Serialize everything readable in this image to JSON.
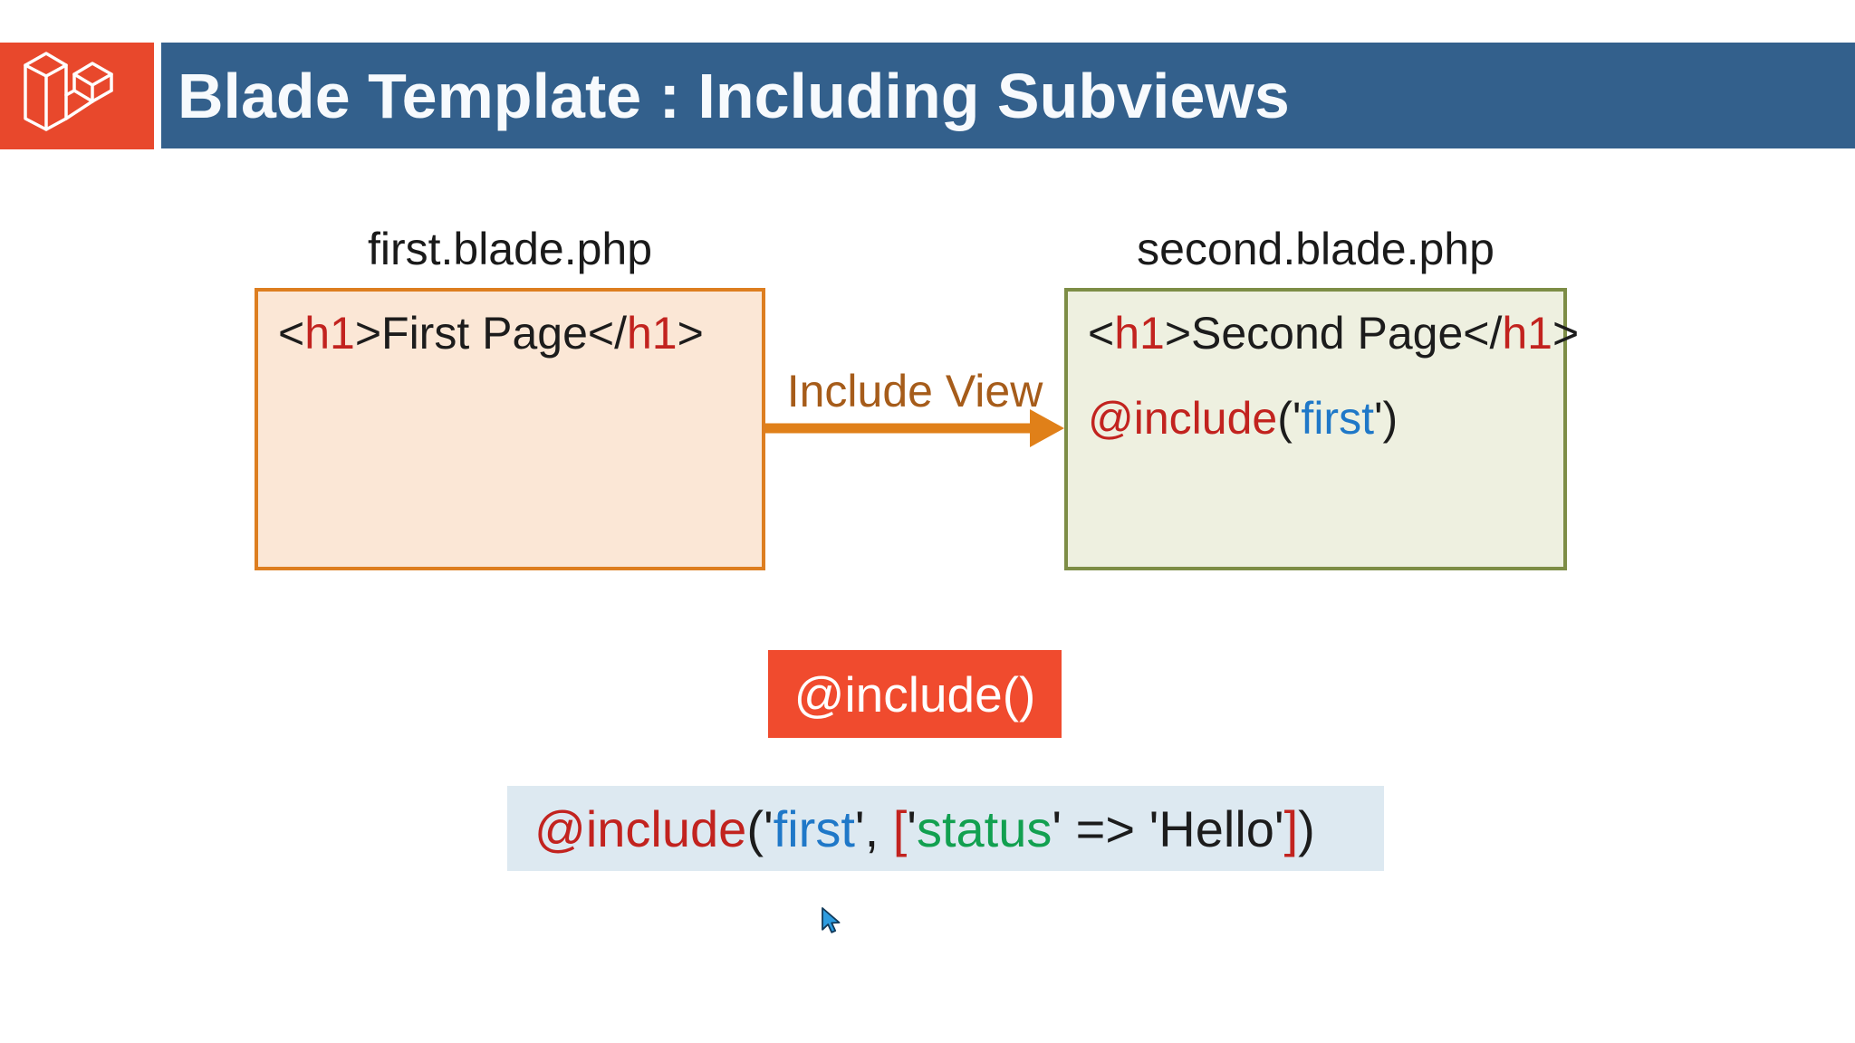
{
  "colors": {
    "header_bar": "#33608c",
    "logo_bg": "#e8482c",
    "label_text": "#1a1a1a",
    "box1_fill": "#fbe7d6",
    "box1_border": "#dd7e20",
    "box2_fill": "#eef0e0",
    "box2_border": "#7d8d46",
    "arrow": "#e08019",
    "arrow_label": "#a65c1a",
    "badge_bg": "#f04b2e",
    "badge_text": "#ffffff",
    "code_bg": "#dde9f1",
    "tok_plain": "#1c1c1c",
    "tok_red": "#c2231f",
    "tok_blue": "#1f78c8",
    "tok_green": "#12a050",
    "cursor_fill": "#2d9ce0"
  },
  "slide": {
    "header": {
      "title": "Blade Template : Including Subviews"
    },
    "logo": {
      "icon": "laravel-logomark"
    },
    "first_box": {
      "title": "first.blade.php",
      "code_tokens": [
        {
          "t": "<",
          "c": "plain"
        },
        {
          "t": "h1",
          "c": "red"
        },
        {
          "t": ">First Page</",
          "c": "plain"
        },
        {
          "t": "h1",
          "c": "red"
        },
        {
          "t": ">",
          "c": "plain"
        }
      ]
    },
    "second_box": {
      "title": "second.blade.php",
      "line1_tokens": [
        {
          "t": "<",
          "c": "plain"
        },
        {
          "t": "h1",
          "c": "red"
        },
        {
          "t": ">Second Page</",
          "c": "plain"
        },
        {
          "t": "h1",
          "c": "red"
        },
        {
          "t": ">",
          "c": "plain"
        }
      ],
      "line2_tokens": [
        {
          "t": "@include",
          "c": "red"
        },
        {
          "t": "(",
          "c": "plain"
        },
        {
          "t": "'",
          "c": "plain"
        },
        {
          "t": "first",
          "c": "blue"
        },
        {
          "t": "'",
          "c": "plain"
        },
        {
          "t": ")",
          "c": "plain"
        }
      ]
    },
    "arrow": {
      "label": "Include View"
    },
    "badge": {
      "label": "@include()"
    },
    "example": {
      "tokens": [
        {
          "t": "@include",
          "c": "red"
        },
        {
          "t": "(",
          "c": "plain"
        },
        {
          "t": "'",
          "c": "plain"
        },
        {
          "t": "first",
          "c": "blue"
        },
        {
          "t": "', ",
          "c": "plain"
        },
        {
          "t": "[",
          "c": "red"
        },
        {
          "t": "'",
          "c": "plain"
        },
        {
          "t": "status",
          "c": "green"
        },
        {
          "t": "'",
          "c": "plain"
        },
        {
          "t": " => ",
          "c": "plain"
        },
        {
          "t": "'Hello'",
          "c": "plain"
        },
        {
          "t": "]",
          "c": "red"
        },
        {
          "t": ")",
          "c": "plain"
        }
      ]
    }
  }
}
